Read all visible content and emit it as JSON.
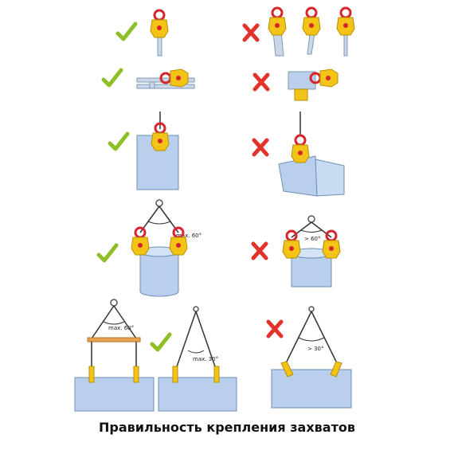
{
  "caption": "Правильность крепления захватов",
  "labels": {
    "max60": "max. 60°",
    "gt60_a": "> 60°",
    "max60_beam": "max. 60°",
    "max30": "max. 30°",
    "gt30": "> 30°"
  },
  "colors": {
    "check": "#8fbf26",
    "cross": "#e2322a",
    "clamp_body": "#f3c417",
    "clamp_eye": "#d6262c",
    "plate": "#b9cfec",
    "plate_edge": "#6d8fb8",
    "beam": "#e8a253"
  },
  "icons": [
    "check-icon",
    "cross-icon"
  ]
}
